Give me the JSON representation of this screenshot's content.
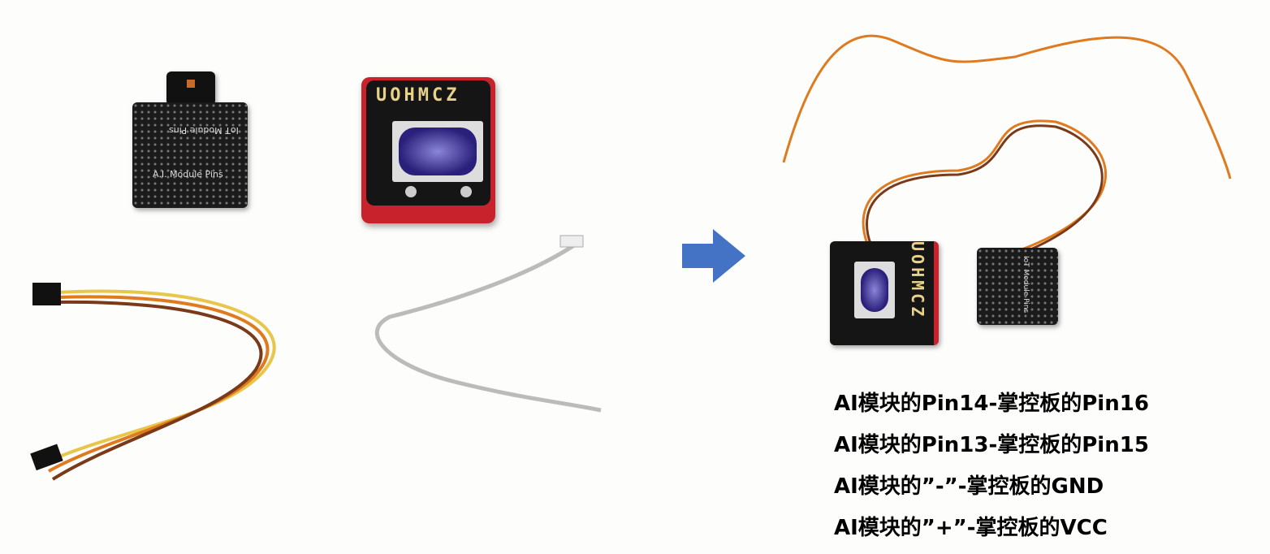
{
  "left_panel": {
    "ai_module": {
      "board_label_top": "IoT Module Pins",
      "board_label_bottom": "A.I. Module Pins"
    },
    "controller": {
      "logo": "UOHMCZ"
    }
  },
  "arrow": {
    "color": "#4472C4"
  },
  "right_panel": {
    "ai_module": {
      "board_label": "IoT Module Pins"
    },
    "controller": {
      "logo": "UOHMCZ"
    }
  },
  "instructions": [
    "AI模块的Pin14-掌控板的Pin16",
    "AI模块的Pin13-掌控板的Pin15",
    "AI模块的”-”-掌控板的GND",
    "AI模块的”+”-掌控板的VCC"
  ]
}
